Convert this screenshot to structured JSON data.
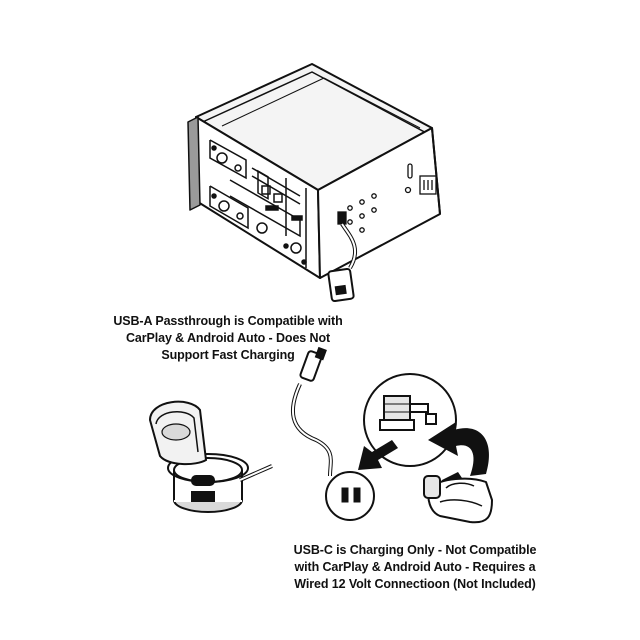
{
  "captions": {
    "usb_a": [
      "USB-A Passthrough is Compatible with",
      "CarPlay & Android Auto - Does Not",
      "Support Fast Charging"
    ],
    "usb_c": [
      "USB-C is Charging Only - Not Compatible",
      "with CarPlay & Android Auto - Requires a",
      "Wired 12 Volt Connectioon (Not Included)"
    ]
  },
  "colors": {
    "line": "#111111",
    "shade": "#d9d9d9",
    "light": "#f2f2f2",
    "background": "#ffffff"
  }
}
